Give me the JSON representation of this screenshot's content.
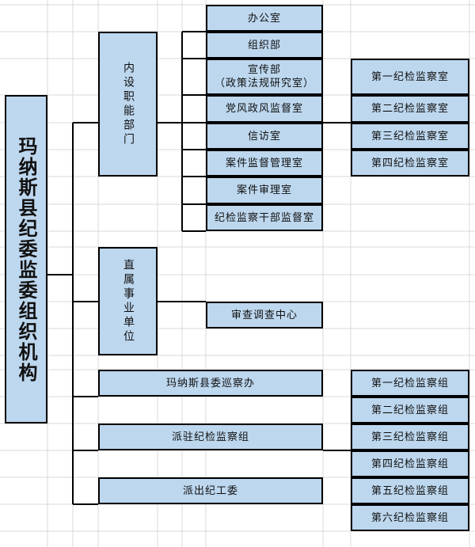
{
  "root": "玛纳斯县纪委监委组织机构",
  "groups": {
    "internal": "内设职能部门",
    "institution": "直属事业单位",
    "inspection_office": "玛纳斯县委巡察办",
    "dispatched_group": "派驻纪检监察组",
    "dispatched_committee": "派出纪工委"
  },
  "internal_depts": [
    "办公室",
    "组织部",
    "宣传部",
    "（政策法规研究室）",
    "党风政风监督室",
    "信访室",
    "案件监督管理室",
    "案件审理室",
    "纪检监察干部监督室"
  ],
  "supervision_rooms": [
    "第一纪检监察室",
    "第二纪检监察室",
    "第三纪检监察室",
    "第四纪检监察室"
  ],
  "institution_center": "审查调查中心",
  "supervision_groups": [
    "第一纪检监察组",
    "第二纪检监察组",
    "第三纪检监察组",
    "第四纪检监察组",
    "第五纪检监察组",
    "第六纪检监察组"
  ]
}
